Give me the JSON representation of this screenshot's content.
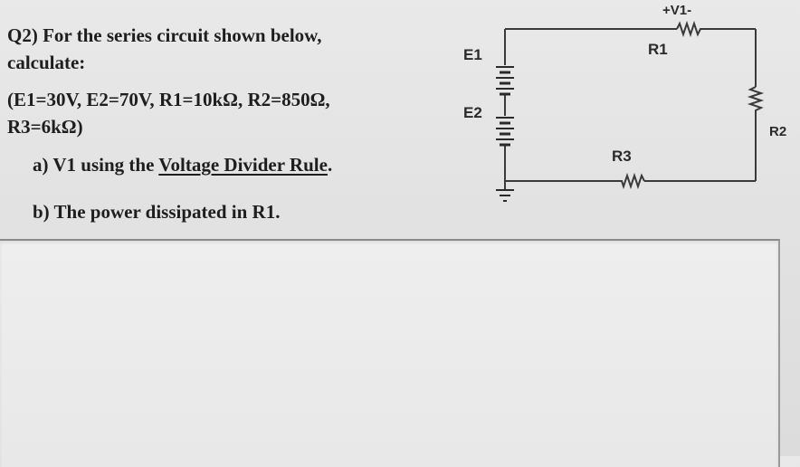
{
  "question": {
    "title_line1": "Q2) For the series circuit shown below,",
    "title_line2": "calculate:",
    "params_line1": "(E1=30V, E2=70V, R1=10kΩ, R2=850Ω,",
    "params_line2": "R3=6kΩ)",
    "part_a_prefix": "a)  V1 using the ",
    "part_a_link": "Voltage Divider Rule",
    "part_a_suffix": ".",
    "part_b": "b)  The power dissipated in R1."
  },
  "circuit": {
    "e1_label": "E1",
    "e2_label": "E2",
    "r1_label": "R1",
    "r2_label": "R2",
    "r3_label": "R3",
    "v1_label": "+V1-"
  }
}
